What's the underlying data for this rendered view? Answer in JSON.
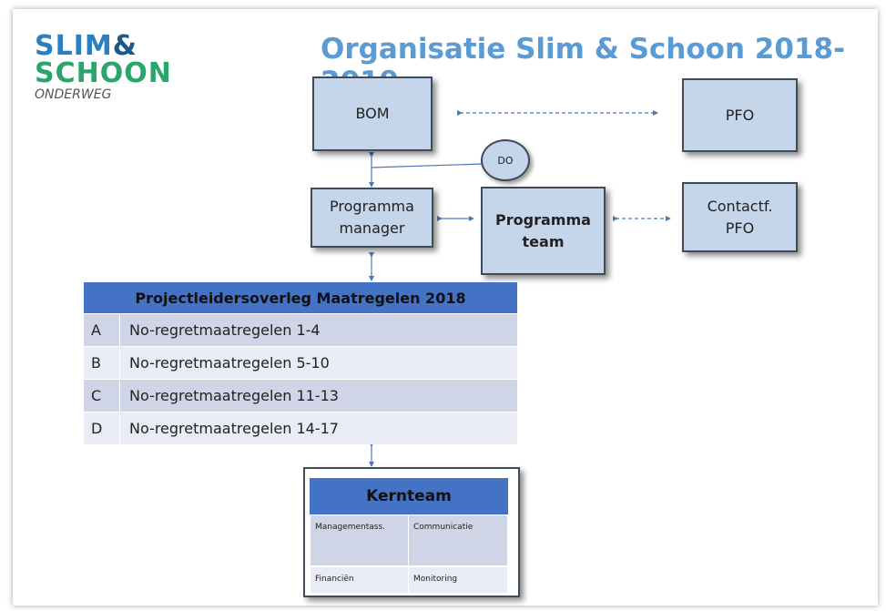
{
  "logo": {
    "line1_a": "SLIM",
    "line1_b": "&",
    "line2": "SCHOON",
    "line3": "ONDERWEG"
  },
  "title": "Organisatie Slim & Schoon 2018-2019",
  "nodes": {
    "bom": "BOM",
    "pfo": "PFO",
    "do": "DO",
    "programma_manager": "Programma manager",
    "programma_team": "Programma team",
    "contact_pfo": "Contactf. PFO"
  },
  "projectleiders": {
    "header": "Projectleidersoverleg Maatregelen 2018",
    "rows": [
      {
        "letter": "A",
        "label": "No-regretmaatregelen 1-4"
      },
      {
        "letter": "B",
        "label": "No-regretmaatregelen 5-10"
      },
      {
        "letter": "C",
        "label": "No-regretmaatregelen 11-13"
      },
      {
        "letter": "D",
        "label": "No-regretmaatregelen 14-17"
      }
    ]
  },
  "kernteam": {
    "header": "Kernteam",
    "cells": [
      "Managementass.",
      "Communicatie",
      "Financiën",
      "Monitoring"
    ]
  },
  "colors": {
    "title": "#5b9bd5",
    "box_fill": "#c5d5ea",
    "table_header": "#4472c4",
    "connector": "#4a78b8"
  }
}
